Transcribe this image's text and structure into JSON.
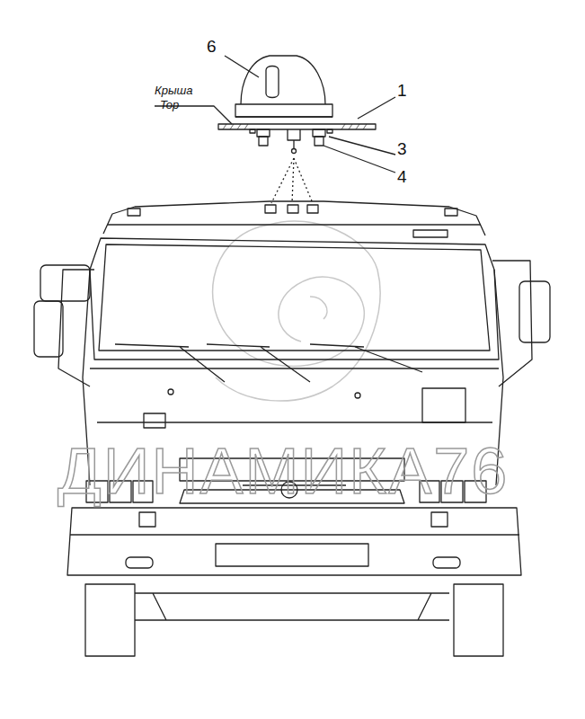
{
  "diagram": {
    "labels": [
      "6",
      "Крыша",
      "Top",
      "1",
      "3",
      "4",
      "ДИНАМИКА76"
    ]
  }
}
